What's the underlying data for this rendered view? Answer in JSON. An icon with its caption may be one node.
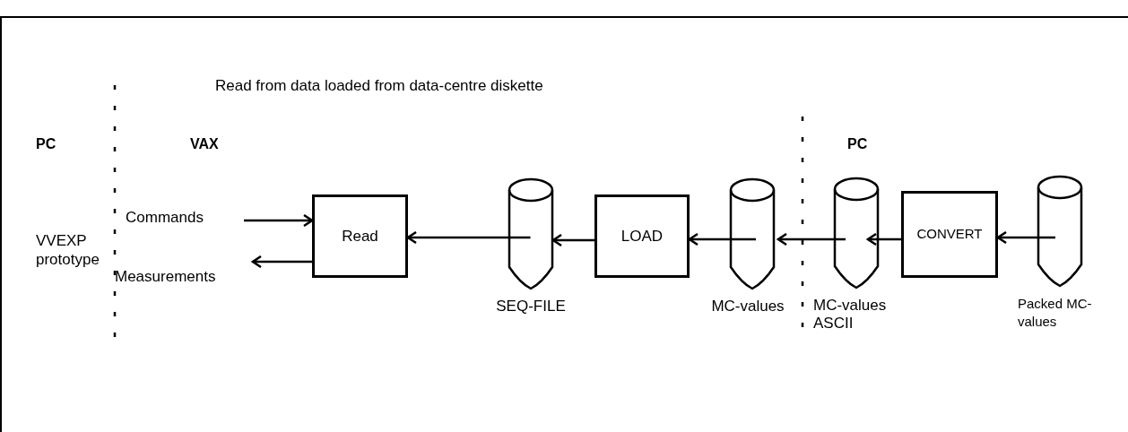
{
  "diagram": {
    "nodes": [
      {
        "text": [
          "Commands"
        ]
      },
      {
        "text": [
          "Read"
        ]
      },
      {
        "text": [
          "Measurements"
        ]
      },
      {
        "text": [
          "SEQ-FILE"
        ]
      },
      {
        "text": [
          "LOAD"
        ]
      },
      {
        "text": [
          "MC-values"
        ]
      },
      {
        "text": [
          "MC-values ASCII"
        ]
      },
      {
        "text": [
          "CONVERT"
        ]
      },
      {
        "text": [
          "Packed MC-values"
        ]
      }
    ],
    "edges": [
      {
        "from": 0,
        "to": 1,
        "arrow": "to"
      },
      {
        "from": 1,
        "to": 2,
        "arrow": "to"
      },
      {
        "from": 3,
        "to": 1,
        "arrow": "to"
      },
      {
        "from": 4,
        "to": 3,
        "arrow": "to"
      },
      {
        "from": 5,
        "to": 4,
        "arrow": "to"
      },
      {
        "from": 6,
        "to": 5,
        "arrow": "to"
      },
      {
        "from": 7,
        "to": 6,
        "arrow": "to"
      },
      {
        "from": 8,
        "to": 7,
        "arrow": "to"
      }
    ],
    "labels": [
      "Read from data loaded from data-centre diskette",
      "PC",
      "VAX",
      "PC",
      "VVEXP prototype"
    ]
  }
}
